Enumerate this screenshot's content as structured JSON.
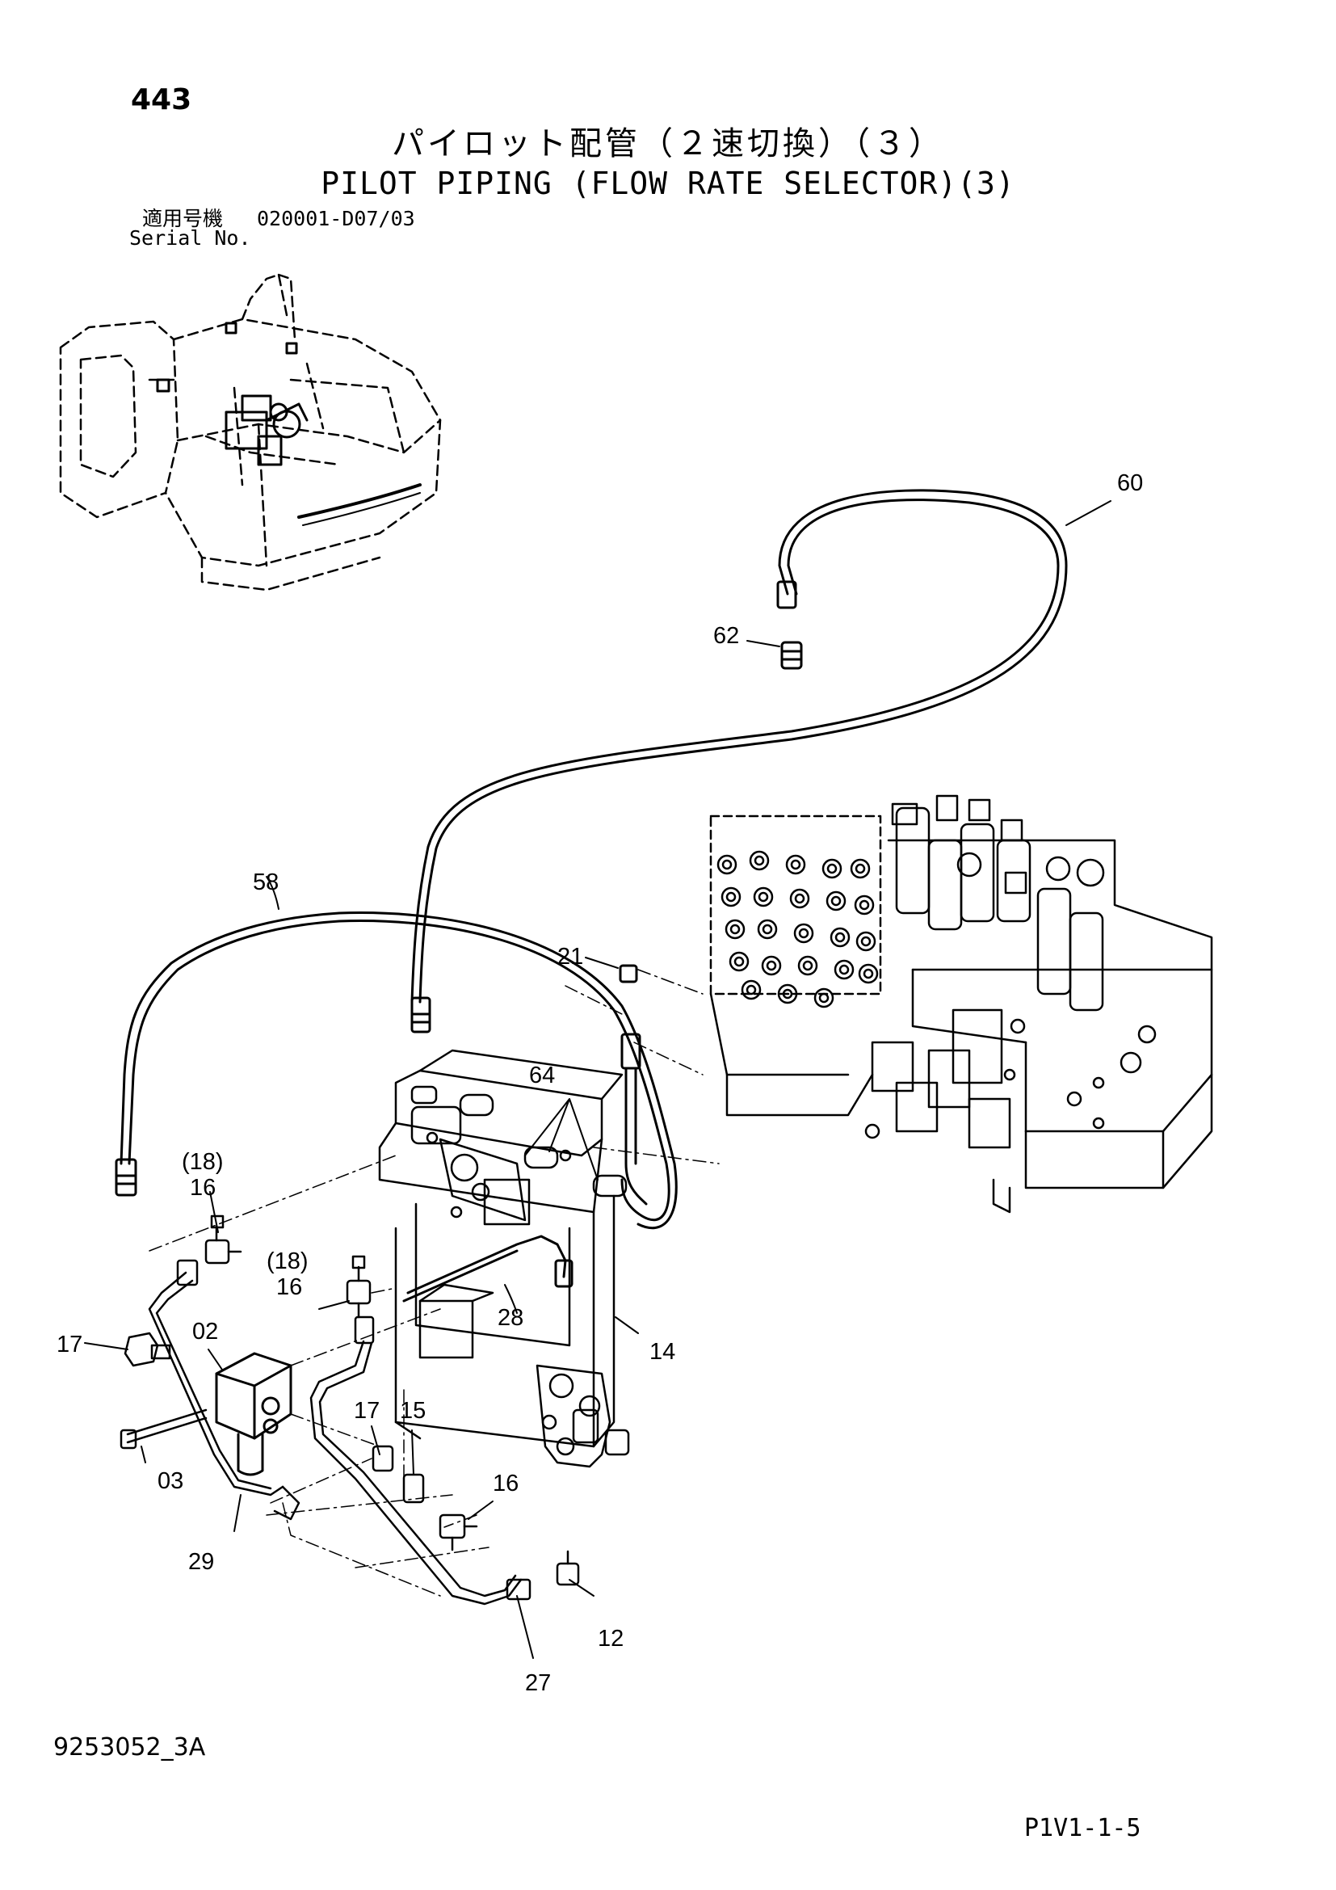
{
  "page_number": "443",
  "title_jp": "パイロット配管（２速切換）（３）",
  "title_en": "PILOT PIPING (FLOW RATE SELECTOR)(3)",
  "serial": {
    "label_jp": "適用号機",
    "value": "020001-D07/03",
    "label_en": "Serial No."
  },
  "callouts": [
    "60",
    "62",
    "58",
    "21",
    "64",
    "(18)",
    "16",
    "(18)",
    "16",
    "28",
    "14",
    "17",
    "02",
    "03",
    "17",
    "15",
    "16",
    "29",
    "12",
    "27"
  ],
  "drawing_number": "9253052_3A",
  "page_code": "P1V1-1-5"
}
